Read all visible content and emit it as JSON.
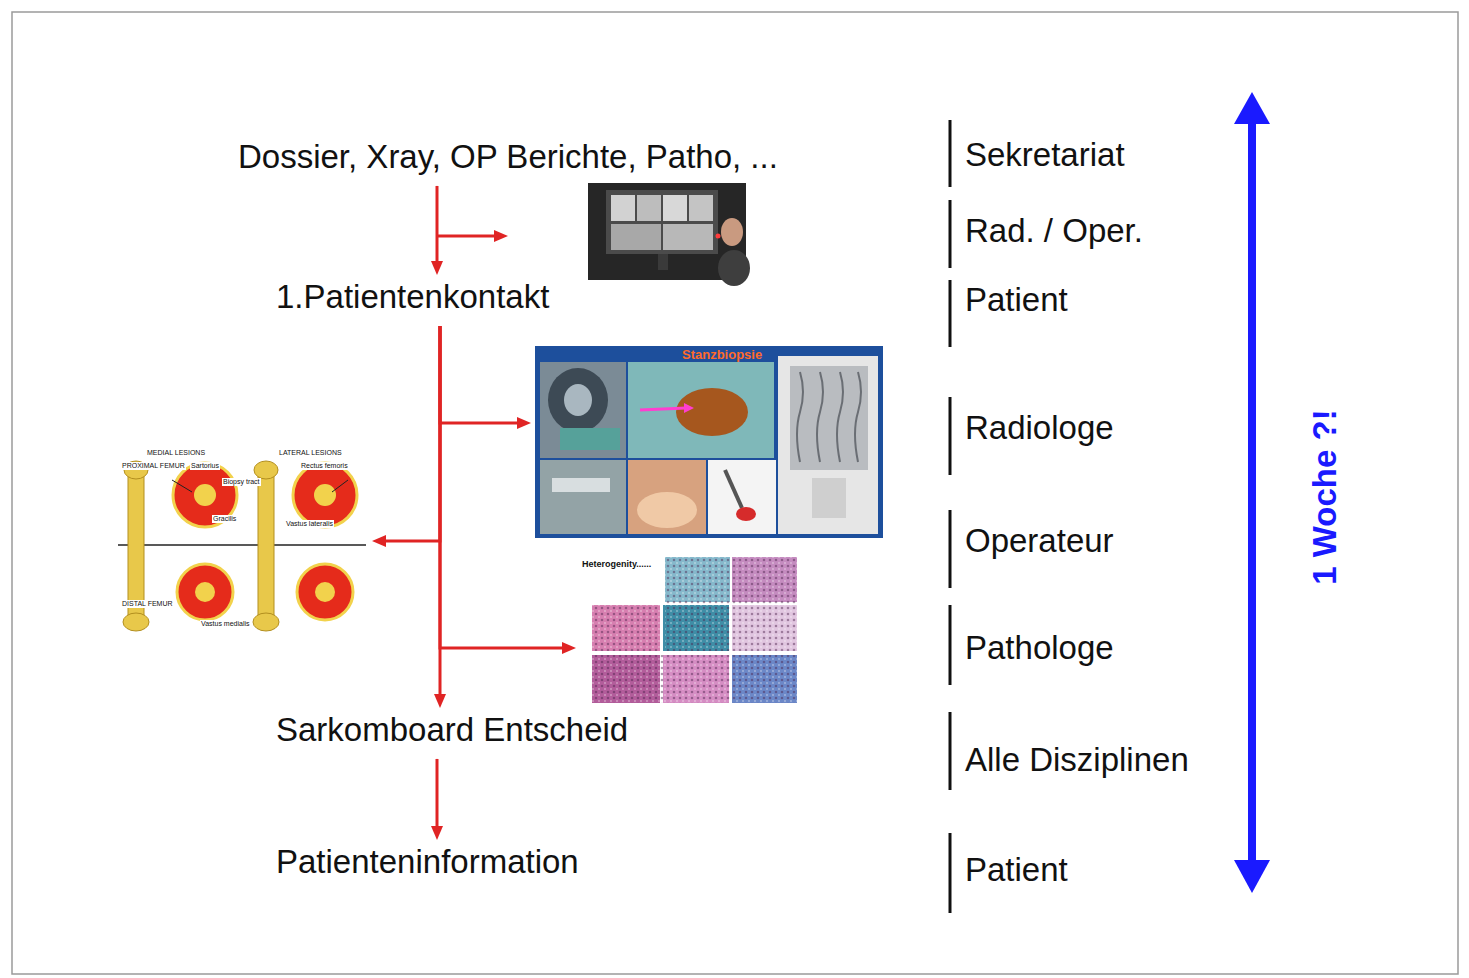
{
  "diagram": {
    "nodes": [
      {
        "text": [
          "Dossier, Xray, OP Berichte, Patho, ..."
        ]
      },
      {
        "text": [
          "1.Patientenkontakt"
        ]
      },
      {
        "text": [
          "Stanzbiopsie"
        ]
      },
      {
        "text": [
          "MEDIAL LESIONS",
          "LATERAL LESIONS"
        ]
      },
      {
        "text": [
          "Heterogenity......"
        ]
      },
      {
        "text": [
          "Sarkomboard Entscheid"
        ]
      },
      {
        "text": [
          "Patienteninformation"
        ]
      }
    ],
    "edges": [
      {
        "from": 0,
        "to": 1,
        "arrow": "to"
      },
      {
        "from": 1,
        "to": 2,
        "arrow": "to"
      },
      {
        "from": 1,
        "to": 3,
        "arrow": "to"
      },
      {
        "from": 1,
        "to": 4,
        "arrow": "to"
      },
      {
        "from": 1,
        "to": 5,
        "arrow": "to"
      },
      {
        "from": 5,
        "to": 6,
        "arrow": "to"
      }
    ],
    "labels": [
      "Sekretariat",
      "Rad. / Oper.",
      "Patient",
      "Radiologe",
      "Operateur",
      "Pathologe",
      "Alle Disziplinen",
      "Patient",
      "1 Woche ?!",
      "PROXIMAL FEMUR",
      "DISTAL FEMUR",
      "Sartorius",
      "Biopsy tract",
      "Gracilis",
      "Rectus femoris",
      "Vastus lateralis",
      "Vastus medialis"
    ]
  }
}
